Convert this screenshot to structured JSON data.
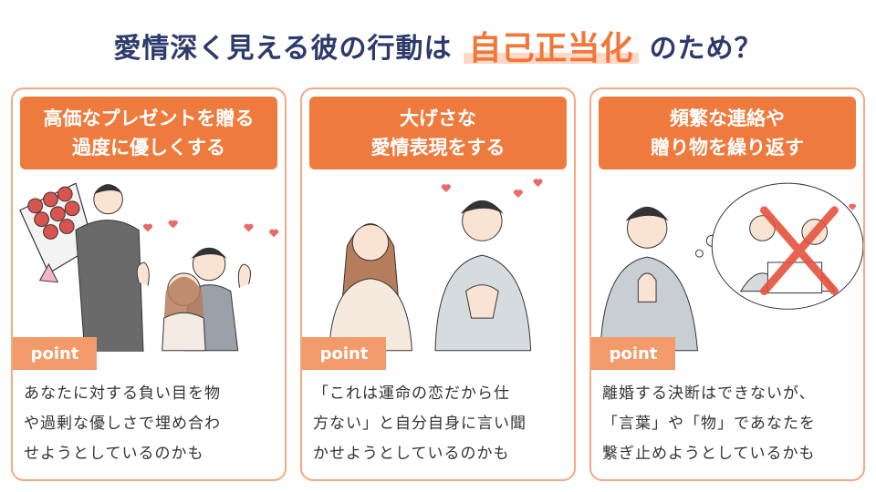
{
  "title": {
    "prefix": "愛情深く見える彼の行動は",
    "highlight": "自己正当化",
    "suffix": "のため？"
  },
  "cards": [
    {
      "header_line1": "高価なプレゼントを贈る",
      "header_line2": "過度に優しくする",
      "point_label": "point",
      "body_lines": [
        "あなたに対する負い目を物",
        "や過剰な優しさで埋め合わ",
        "せようとしているのかも"
      ]
    },
    {
      "header_line1": "大げさな",
      "header_line2": "愛情表現をする",
      "point_label": "point",
      "body_lines": [
        "「これは運命の恋だから仕",
        "方ない」と自分自身に言い聞",
        "かせようとしているのかも"
      ]
    },
    {
      "header_line1": "頻繁な連絡や",
      "header_line2": "贈り物を繰り返す",
      "point_label": "point",
      "body_lines": [
        "離婚する決断はできないが、",
        "「言葉」や「物」であなたを",
        "繋ぎ止めようとしているかも"
      ]
    }
  ],
  "colors": {
    "accent": "#ef7a3e",
    "title": "#2d3a6b",
    "border": "#f3a982",
    "point": "#f39a6b"
  },
  "icons": [
    "heart-icon",
    "x-mark-icon",
    "thought-bubble-icon"
  ]
}
